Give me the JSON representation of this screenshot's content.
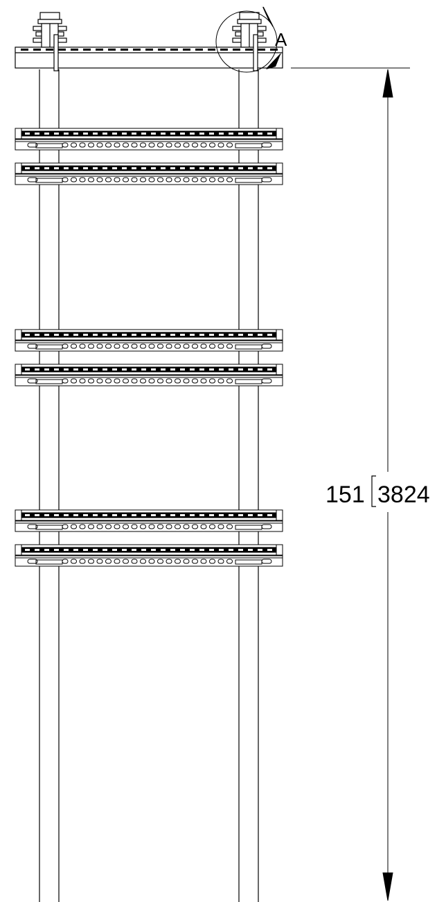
{
  "drawing": {
    "detail_callout_label": "A",
    "dimension": {
      "inch_value": "151",
      "mm_value": "3824",
      "total_height_mm": 3824,
      "total_height_in": 151
    },
    "rail_pair_count": 2,
    "bracket_group_count": 3,
    "brackets_per_group": 2,
    "line_color": "#000000",
    "background_color": "#ffffff"
  }
}
